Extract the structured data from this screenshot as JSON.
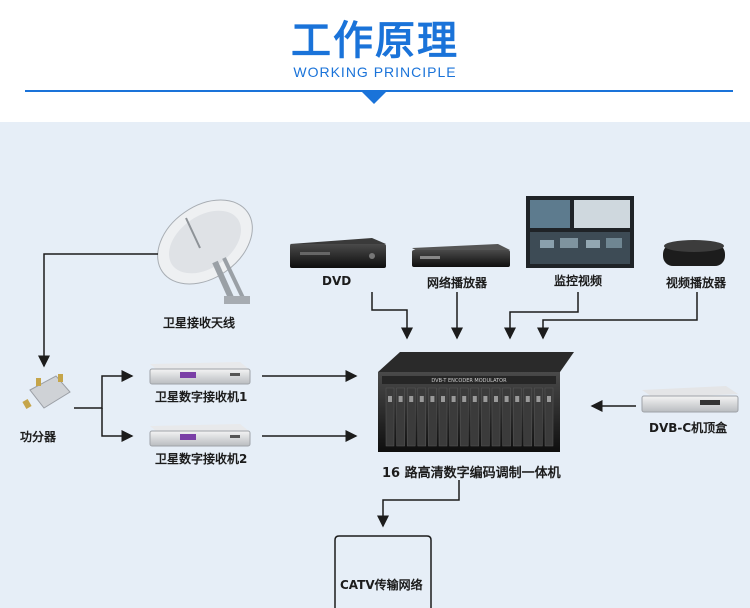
{
  "header": {
    "title": "工作原理",
    "subtitle": "WORKING PRINCIPLE",
    "accent_color": "#1a73d9"
  },
  "diagram": {
    "antenna": "卫星接收天线",
    "splitter": "功分器",
    "receiver1": "卫星数字接收机1",
    "receiver2": "卫星数字接收机2",
    "dvd": "DVD",
    "network_player": "网络播放器",
    "surveillance": "监控视频",
    "video_player": "视频播放器",
    "dvbc_box": "DVB-C机顶盒",
    "encoder": "16 路高清数字编码调制一体机",
    "encoder_faceplate": "DVB-T ENCODER MODULATOR",
    "catv": "CATV传输网络"
  }
}
